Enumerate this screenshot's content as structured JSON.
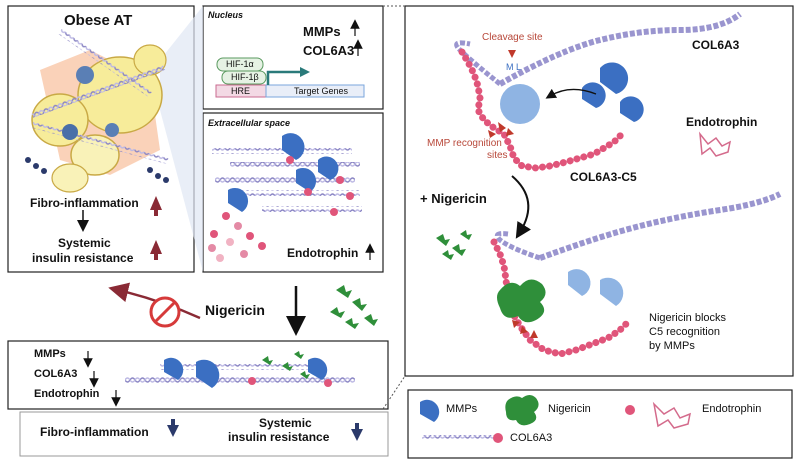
{
  "panel_obese": {
    "title": "Obese AT",
    "fibro": "Fibro-inflammation",
    "systemic": "Systemic",
    "insulin": "insulin resistance"
  },
  "panel_nucleus": {
    "title": "Nucleus",
    "mmps": "MMPs",
    "col6a3": "COL6A3",
    "hif1a": "HIF-1α",
    "hif1b": "HIF-1β",
    "hre": "HRE",
    "target": "Target Genes"
  },
  "panel_extra": {
    "title": "Extracellular space",
    "endotrophin": "Endotrophin"
  },
  "middle": {
    "nigericin": "Nigericin"
  },
  "panel_bottom": {
    "mmps": "MMPs",
    "col6a3": "COL6A3",
    "endotrophin": "Endotrophin"
  },
  "panel_outcome": {
    "fibro": "Fibro-inflammation",
    "systemic": "Systemic",
    "insulin": "insulin resistance"
  },
  "panel_right": {
    "cleavage": "Cleavage site",
    "ml": "M L",
    "col6a3": "COL6A3",
    "endotrophin": "Endotrophin",
    "mmp_recog_1": "MMP recognition",
    "mmp_recog_2": "sites",
    "col6a3c5": "COL6A3-C5",
    "plus_nig": "+ Nigericin",
    "blocks_1": "Nigericin blocks",
    "blocks_2": "C5 recognition",
    "blocks_3": "by MMPs"
  },
  "legend": {
    "mmps": "MMPs",
    "nigericin": "Nigericin",
    "endotrophin": "Endotrophin",
    "col6a3": "COL6A3"
  },
  "colors": {
    "mmp_blue": "#3b6fc2",
    "mmp_light": "#7aa6dc",
    "collagen": "#9a95cf",
    "bead_pink": "#e0557a",
    "nigericin_green": "#2f8f3a",
    "arrow_red": "#8a2a35",
    "arrow_navy": "#2b3a6b",
    "nucleus_green": "#5a9a5f",
    "hre_pink": "#c96a8f"
  }
}
